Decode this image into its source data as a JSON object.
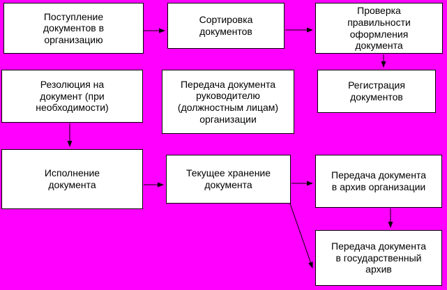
{
  "colors": {
    "background": "#FF00FF",
    "node_fill": "#FFFFFF",
    "node_border": "#000000",
    "text": "#000000",
    "arrow": "#000000"
  },
  "diagram": {
    "type": "flowchart",
    "nodes": [
      {
        "id": "receive",
        "label": "Поступление\nдокументов в\nорганизацию"
      },
      {
        "id": "sort",
        "label": "Сортировка\nдокументов"
      },
      {
        "id": "check",
        "label": "Проверка\nправильности\nоформления\nдокумента"
      },
      {
        "id": "resolution",
        "label": "Резолюция на\nдокумент (при\nнеобходимости)"
      },
      {
        "id": "transfer-head",
        "label": "Передача документа\nруководителю\n(должностным лицам)\nорганизации"
      },
      {
        "id": "registration",
        "label": "Регистрация\nдокументов"
      },
      {
        "id": "execution",
        "label": "Исполнение\nдокумента"
      },
      {
        "id": "current-storage",
        "label": "Текущее хранение\nдокумента"
      },
      {
        "id": "archive-org",
        "label": "Передача документа\nв архив организации"
      },
      {
        "id": "archive-state",
        "label": "Передача документа\nв государственный\nархив"
      }
    ],
    "edges": [
      {
        "from": "receive",
        "to": "sort"
      },
      {
        "from": "sort",
        "to": "check"
      },
      {
        "from": "check",
        "to": "registration"
      },
      {
        "from": "resolution",
        "to": "execution"
      },
      {
        "from": "execution",
        "to": "current-storage"
      },
      {
        "from": "current-storage",
        "to": "archive-org"
      },
      {
        "from": "archive-org",
        "to": "archive-state"
      },
      {
        "from": "current-storage",
        "to": "archive-state"
      }
    ]
  }
}
